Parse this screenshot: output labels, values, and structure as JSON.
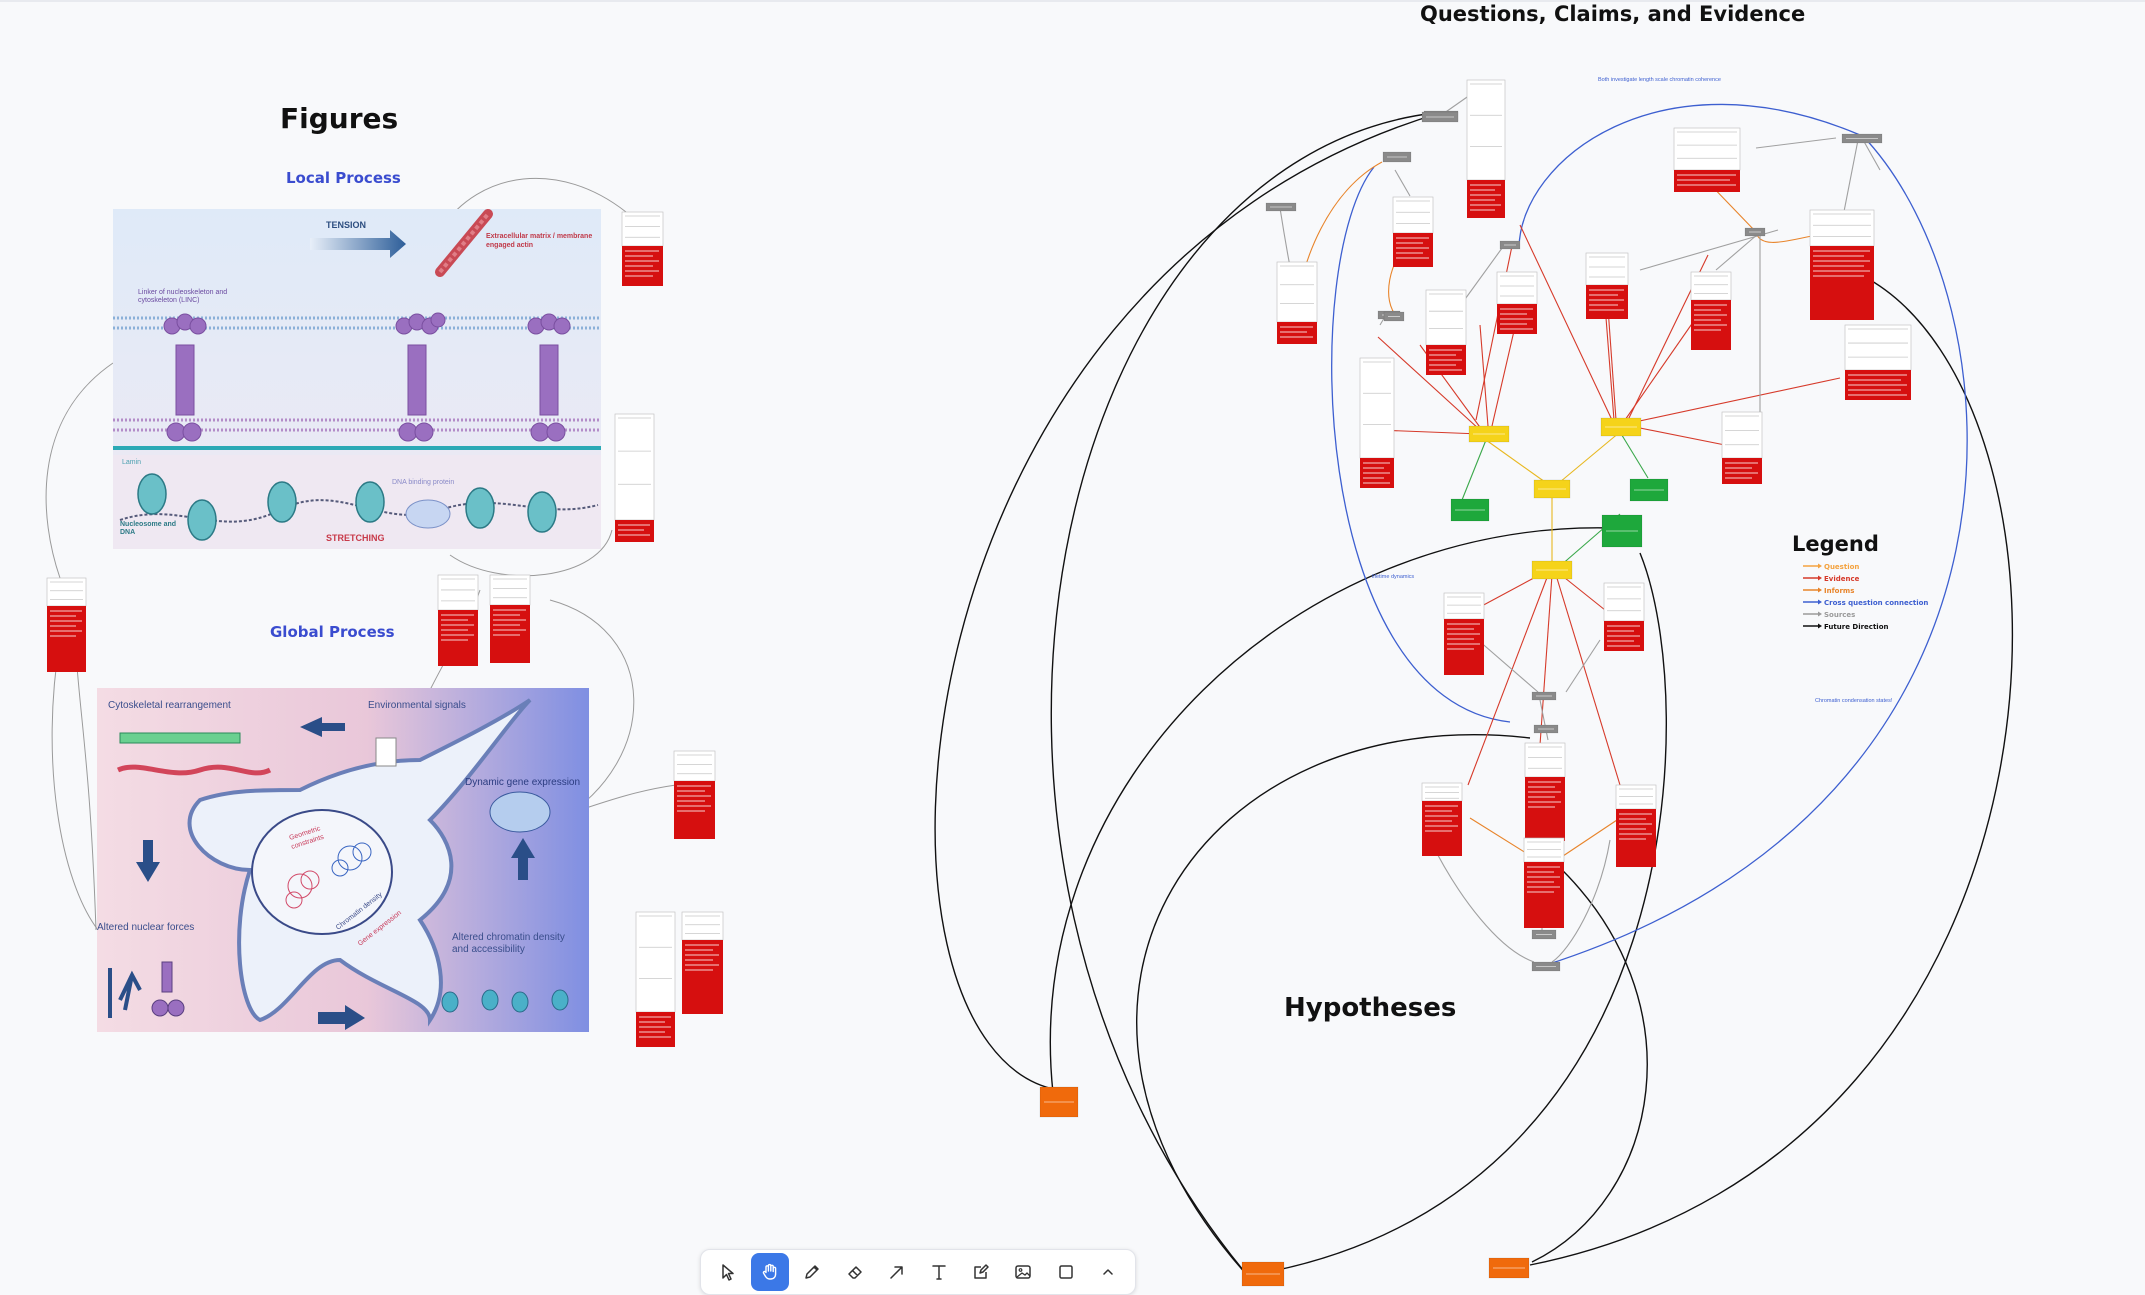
{
  "titles": {
    "figures": "Figures",
    "local_process": "Local Process",
    "global_process": "Global Process",
    "questions": "Questions, Claims, and Evidence",
    "hypotheses": "Hypotheses",
    "legend": "Legend"
  },
  "local_figure": {
    "tension": "TENSION",
    "ecm": "Extracellular matrix / membrane",
    "ecm2": "engaged actin",
    "linc": "Linker of nucleoskeleton and",
    "linc2": "cytoskeleton (LINC)",
    "lamin": "Lamin",
    "dna_binding": "DNA binding protein",
    "nucleosome": "Nucleosome and",
    "nucleosome2": "DNA",
    "stretching": "STRETCHING"
  },
  "global_figure": {
    "cytoskeletal": "Cytoskeletal rearrangement",
    "environmental": "Environmental signals",
    "dynamic": "Dynamic gene expression",
    "nuclear_forces": "Altered nuclear forces",
    "chromatin": "Altered chromatin density",
    "chromatin2": "and accessibility",
    "geometric": "Geometric",
    "geometric2": "constraints",
    "chromatin_density": "Chromatin density",
    "gene_expression": "Gene expression"
  },
  "legend_items": [
    {
      "label": "Question",
      "color": "#f4a340"
    },
    {
      "label": "Evidence",
      "color": "#d63a2a"
    },
    {
      "label": "Informs",
      "color": "#e8842a"
    },
    {
      "label": "Cross question connection",
      "color": "#3d5fd0"
    },
    {
      "label": "Sources",
      "color": "#9a9a9a"
    },
    {
      "label": "Future Direction",
      "color": "#111111"
    }
  ],
  "annotations": {
    "top_note": "Both investigate length scale chromatin coherence",
    "left_note": "lifetime dynamics",
    "right_note": "Chromatin condensation states!"
  },
  "colors": {
    "evidence": "#d60f0f",
    "question": "#f5d31a",
    "claim": "#1ea83c",
    "hypothesis": "#f06a0c",
    "source": "#8a8a8a",
    "accent": "#3b78e7"
  },
  "toolbar": {
    "tools": [
      {
        "name": "select-icon"
      },
      {
        "name": "hand-icon",
        "active": true
      },
      {
        "name": "pencil-icon"
      },
      {
        "name": "eraser-icon"
      },
      {
        "name": "arrow-icon"
      },
      {
        "name": "text-icon"
      },
      {
        "name": "note-icon"
      },
      {
        "name": "image-icon"
      },
      {
        "name": "rectangle-icon"
      },
      {
        "name": "chevron-up-icon"
      }
    ]
  }
}
